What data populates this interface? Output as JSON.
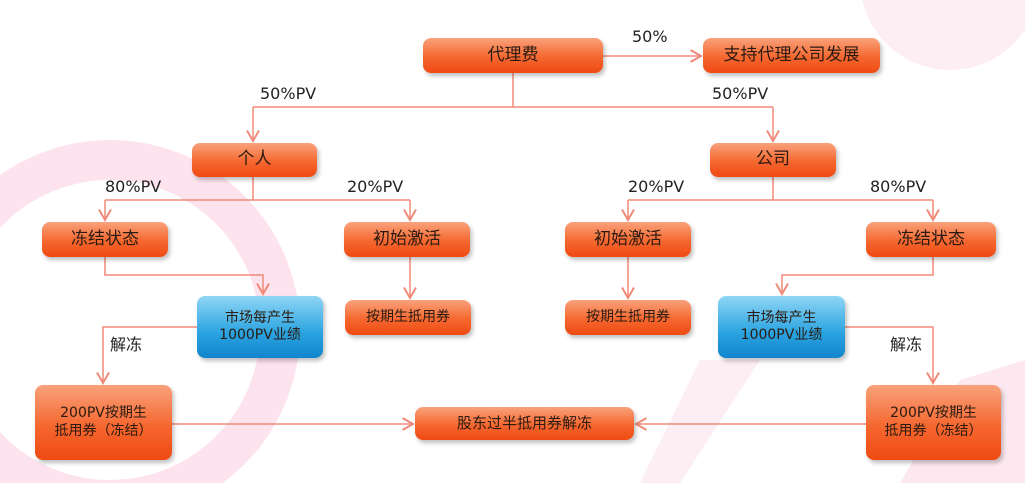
{
  "nodes": {
    "agency_fee": "代理费",
    "support": "支持代理公司发展",
    "personal": "个人",
    "company": "公司",
    "frozen_left": "冻结状态",
    "activate_left": "初始激活",
    "activate_right": "初始激活",
    "frozen_right": "冻结状态",
    "market_left": [
      "市场每产生",
      "1000PV业绩"
    ],
    "market_right": [
      "市场每产生",
      "1000PV业绩"
    ],
    "voucher_left": "按期生抵用券",
    "voucher_right": "按期生抵用券",
    "pv200_left": [
      "200PV按期生",
      "抵用券（冻结）"
    ],
    "pv200_right": [
      "200PV按期生",
      "抵用券（冻结）"
    ],
    "shareholder": "股东过半抵用券解冻"
  },
  "labels": {
    "support_pct": "50%",
    "personal_pct": "50%PV",
    "company_pct": "50%PV",
    "p_frozen": "80%PV",
    "p_activate": "20%PV",
    "c_activate": "20%PV",
    "c_frozen": "80%PV",
    "unfreeze_left": "解冻",
    "unfreeze_right": "解冻"
  },
  "colors": {
    "line": "#f08a78",
    "box": "#f5672f",
    "blue": "#2aa3e0"
  }
}
